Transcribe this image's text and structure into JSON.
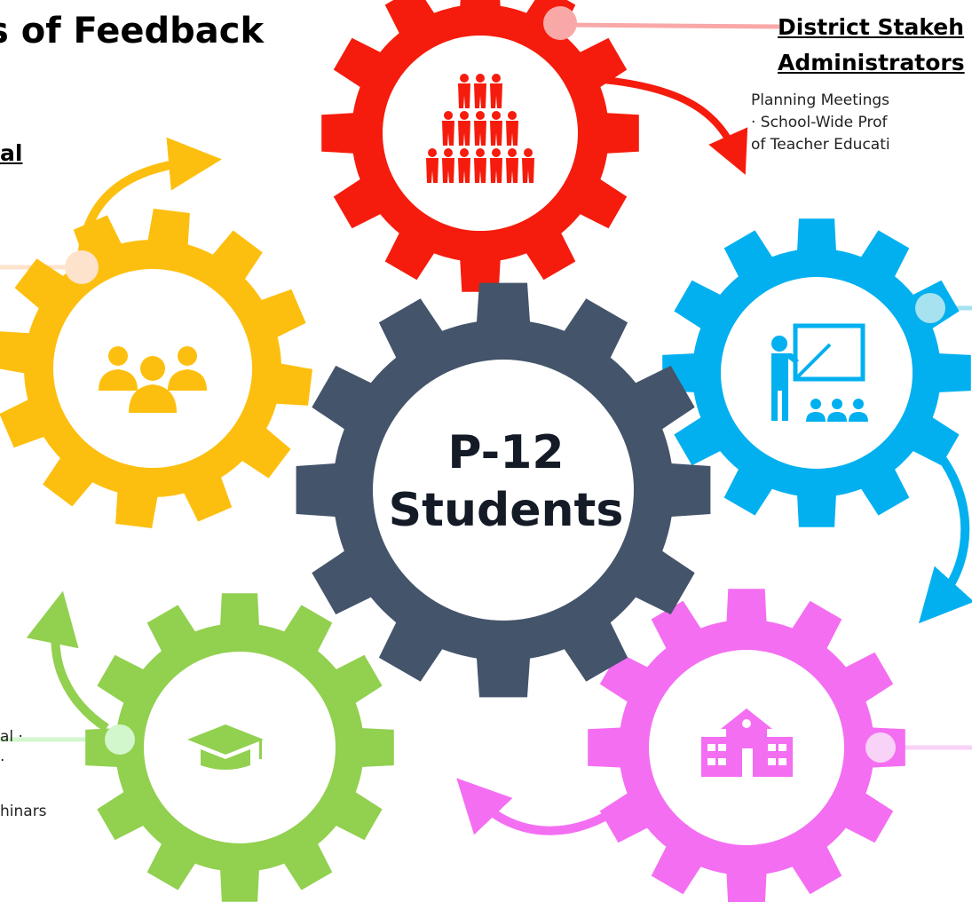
{
  "title": "s of Feedback",
  "center": {
    "line1": "P-12",
    "line2": "Students"
  },
  "district": {
    "heading1": "District Stakeh",
    "heading2": "Administrators",
    "line1": "Planning Meetings",
    "line2": "· School-Wide Prof",
    "line3": "of Teacher Educati"
  },
  "left_fragments": {
    "header": "al",
    "line_a": "al ·",
    "line_b": ".",
    "seminars": "hinars"
  },
  "colors": {
    "red": "#f51c0d",
    "yellow": "#fdbf0f",
    "blue": "#03b0ef",
    "pink": "#f46ef2",
    "green": "#92d050",
    "slate": "#44546a"
  },
  "icons": {
    "red": "people-pyramid-icon",
    "yellow": "group-icon",
    "blue": "teacher-classroom-icon",
    "pink": "school-building-icon",
    "green": "graduation-cap-icon"
  }
}
